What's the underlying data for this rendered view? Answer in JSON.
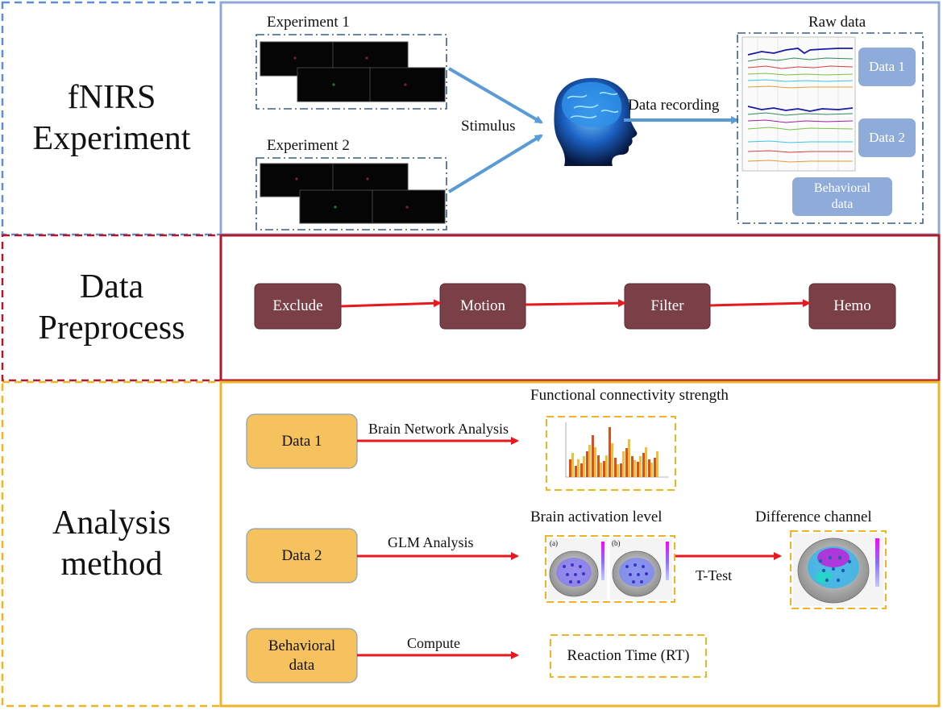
{
  "sections": {
    "experiment": {
      "label": "fNIRS Experiment",
      "exp1_title": "Experiment 1",
      "exp2_title": "Experiment 2",
      "stimulus": "Stimulus",
      "recording": "Data recording",
      "raw_title": "Raw data",
      "data1": "Data 1",
      "data2": "Data 2",
      "behavioral": "Behavioral data",
      "colors": {
        "border": "#5b8fd0",
        "box": "#8fabd9",
        "arrow": "#5b9bd5"
      }
    },
    "preprocess": {
      "label": "Data Preprocess",
      "steps": [
        "Exclude",
        "Motion",
        "Filter",
        "Hemo"
      ],
      "colors": {
        "border": "#b2182b",
        "box": "#7b3f47",
        "arrow": "#e8191e"
      }
    },
    "analysis": {
      "label": "Analysis method",
      "data1": "Data 1",
      "data2": "Data 2",
      "behavioral": "Behavioral data",
      "fc_title": "Functional connectivity strength",
      "bna": "Brain Network Analysis",
      "glm": "GLM Analysis",
      "activation_title": "Brain activation level",
      "ttest": "T-Test",
      "difference_title": "Difference channel",
      "compute": "Compute",
      "rt": "Reaction Time (RT)",
      "panel_a": "(a)",
      "panel_b": "(b)",
      "colors": {
        "border": "#f0b323",
        "box": "#f6c25e",
        "arrow": "#e8191e"
      }
    }
  }
}
